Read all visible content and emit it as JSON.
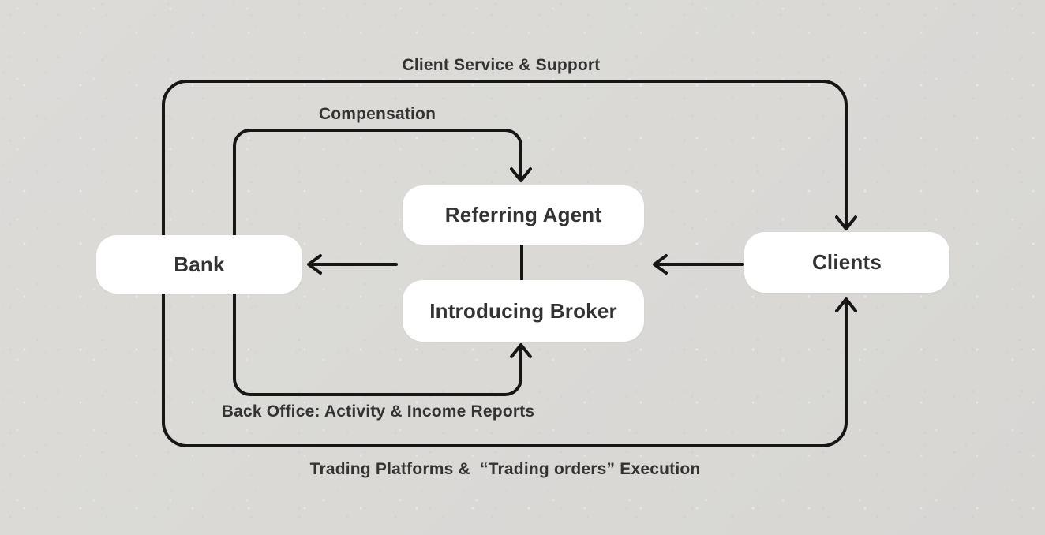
{
  "diagram": {
    "colors": {
      "background": "#dbdad7",
      "line": "#161616",
      "node_fill": "#ffffff",
      "text": "#333333"
    },
    "nodes": [
      {
        "id": "bank",
        "label": "Bank"
      },
      {
        "id": "referring-agent",
        "label": "Referring Agent"
      },
      {
        "id": "introducing-broker",
        "label": "Introducing Broker"
      },
      {
        "id": "clients",
        "label": "Clients"
      }
    ],
    "edge_labels": [
      {
        "id": "client-service-support",
        "text": "Client Service & Support"
      },
      {
        "id": "compensation",
        "text": "Compensation"
      },
      {
        "id": "back-office-reports",
        "text": "Back Office: Activity & Income Reports"
      },
      {
        "id": "trading-platforms",
        "text": "Trading Platforms &  “Trading orders” Execution"
      }
    ]
  }
}
